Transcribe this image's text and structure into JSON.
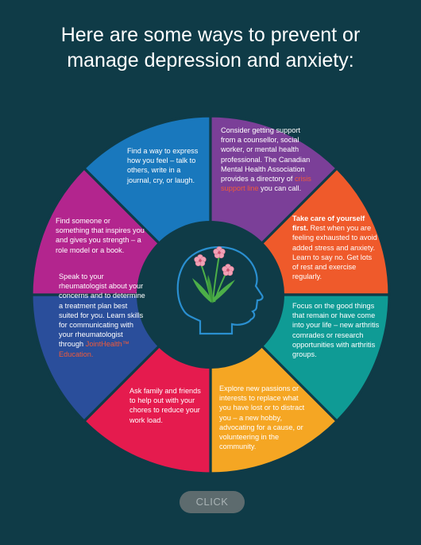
{
  "title": {
    "line1": "Here are some ways to prevent or",
    "line2": "manage depression and anxiety:"
  },
  "colors": {
    "background": "#0f3b47",
    "blue": "#1978bd",
    "purple": "#7b3f98",
    "orange": "#ef5a2b",
    "teal": "#0f9b95",
    "yellow": "#f5a623",
    "red": "#e51b4e",
    "navy": "#2a4e9b",
    "magenta": "#b3258e",
    "center": "#0f3b47",
    "head_outline": "#2a8fd0",
    "flower_pink": "#f2a1b6",
    "leaf_green": "#4caf48"
  },
  "segments": {
    "express": {
      "text": "Find a way to express how you feel – talk to others, write in a journal, cry, or laugh."
    },
    "support": {
      "text_before": "Consider getting support from a counsellor, social worker, or mental health professional. The Canadian Mental Health Association provides a directory of ",
      "link": "crisis support line",
      "text_after": " you can call."
    },
    "care": {
      "bold": "Take care of yourself first.",
      "text": "Rest when you are feeling exhausted to avoid added stress and anxiety. Learn to say no. Get lots of rest and exercise regularly."
    },
    "good_things": {
      "text": "Focus on the good things that remain or have come into your life – new arthritis comrades or research opportunities with arthritis groups."
    },
    "passions": {
      "text": "Explore new passions or interests to replace what you have lost or to distract you – a new hobby, advocating for a cause, or volunteering in the community."
    },
    "family": {
      "text": "Ask family and friends to help out with your chores to reduce your work load."
    },
    "rheumatologist": {
      "text": "Speak to your rheumatologist about your concerns and to determine a treatment plan best suited for you. Learn skills for communicating with your rheumatologist through",
      "link": "JointHealth™ Education."
    },
    "inspires": {
      "text": "Find someone or something that inspires you and gives you strength – a role model or a book."
    }
  },
  "button": {
    "label": "CLICK"
  }
}
